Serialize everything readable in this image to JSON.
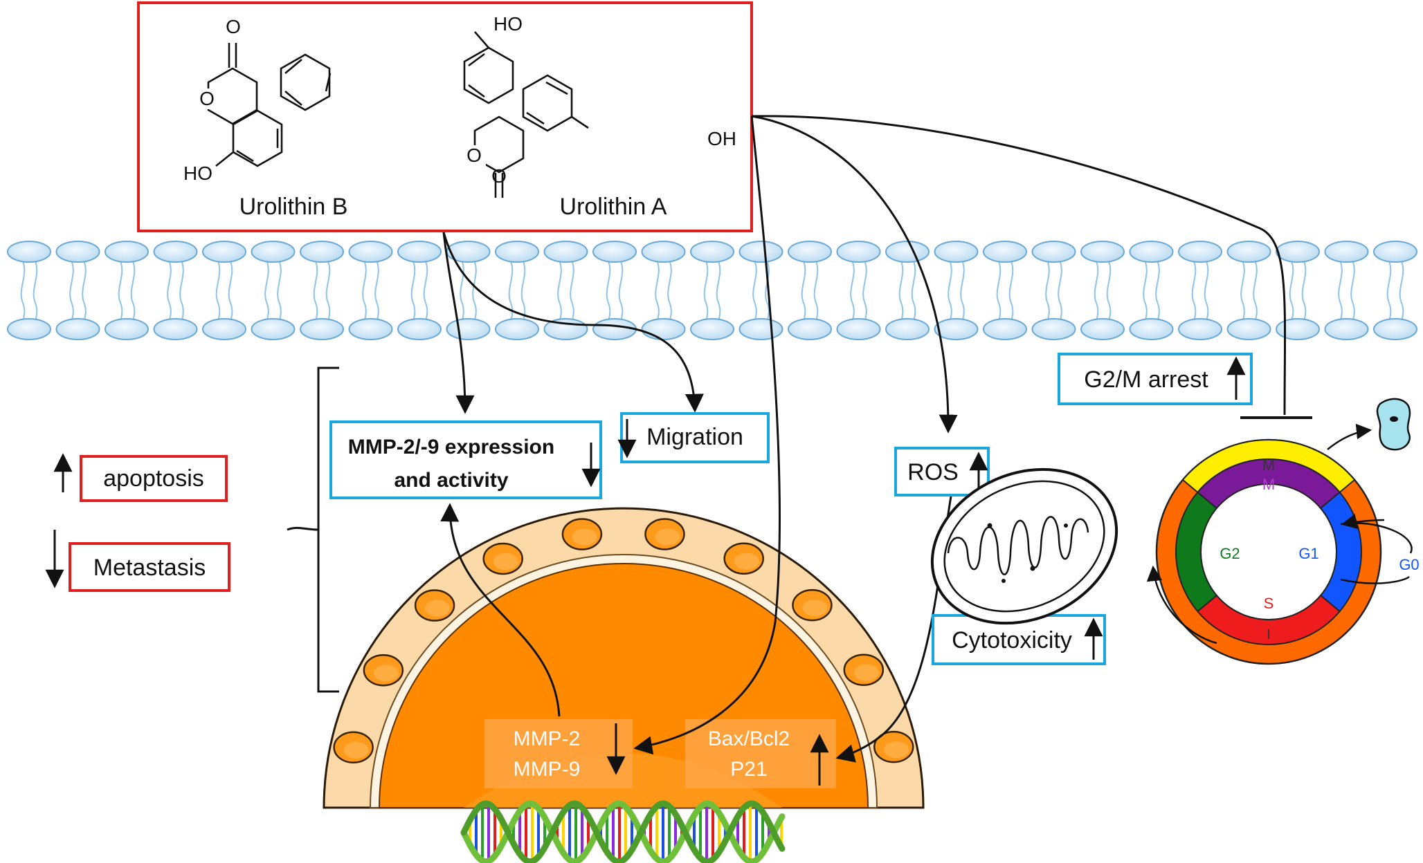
{
  "compounds": {
    "urolithin_b": {
      "name": "Urolithin B",
      "groups": {
        "carbonyl_o": "O",
        "ring_o": "O",
        "hydroxyl": "HO"
      }
    },
    "urolithin_a": {
      "name": "Urolithin A",
      "groups": {
        "hydroxyl_top": "HO",
        "ring_o": "O",
        "carbonyl_o": "O",
        "hydroxyl_right": "OH"
      }
    }
  },
  "effects": {
    "apoptosis": {
      "label": "apoptosis",
      "direction": "up"
    },
    "metastasis": {
      "label": "Metastasis",
      "direction": "down"
    },
    "mmp_expression": {
      "line1": "MMP-2/-9 expression",
      "line2": "and activity",
      "direction": "down"
    },
    "migration": {
      "label": "Migration",
      "direction": "down"
    },
    "ros": {
      "label": "ROS",
      "direction": "up"
    },
    "cytotoxicity": {
      "label": "Cytotoxicity",
      "direction": "up"
    },
    "g2m_arrest": {
      "label": "G2/M arrest",
      "direction": "up"
    }
  },
  "nucleus": {
    "mmp_genes": {
      "line1": "MMP-2",
      "line2": "MMP-9",
      "direction": "down"
    },
    "apoptosis_genes": {
      "line1": "Bax/Bcl2",
      "line2": "P21",
      "direction": "up"
    }
  },
  "cell_cycle": {
    "outer_m": "M",
    "inner_m": "M",
    "g1": "G1",
    "g2": "G2",
    "s": "S",
    "i": "I",
    "g0": "G0",
    "colors": {
      "m_outer": "#ffee00",
      "m_inner": "#7a1a99",
      "g1": "#1155ff",
      "g2": "#0e7a1c",
      "s": "#ee1c1c",
      "ring": "#ff6a00"
    }
  },
  "colors": {
    "red_box": "#e0201e",
    "blue_box": "#1aa7e0",
    "nucleus_orange": "#ff8a00",
    "membrane_head": "#d9ecf8"
  }
}
